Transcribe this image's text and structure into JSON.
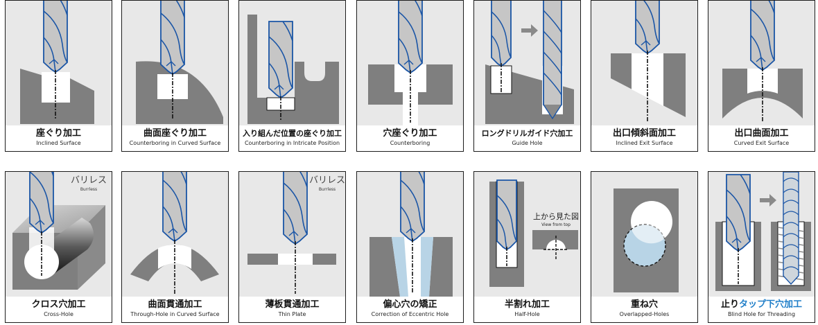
{
  "rows": [
    [
      {
        "title": "座ぐり加工",
        "subtitle": "Inclined Surface"
      },
      {
        "title": "曲面座ぐり加工",
        "subtitle": "Counterboring in Curved Surface"
      },
      {
        "title": "入り組んだ位置の座ぐり加工",
        "subtitle": "Counterboring in Intricate Position"
      },
      {
        "title": "穴座ぐり加工",
        "subtitle": "Counterboring"
      },
      {
        "title": "ロングドリルガイド穴加工",
        "subtitle": "Guide Hole"
      },
      {
        "title": "出口傾斜面加工",
        "subtitle": "Inclined Exit Surface"
      },
      {
        "title": "出口曲面加工",
        "subtitle": "Curved Exit Surface"
      }
    ],
    [
      {
        "title": "クロス穴加工",
        "subtitle": "Cross-Hole"
      },
      {
        "title": "曲面貫通加工",
        "subtitle": "Through-Hole in Curved Surface"
      },
      {
        "title": "薄板貫通加工",
        "subtitle": "Thin Plate"
      },
      {
        "title": "偏心穴の矯正",
        "subtitle": "Correction of Eccentric Hole"
      },
      {
        "title": "半割れ加工",
        "subtitle": "Half-Hole"
      },
      {
        "title": "重ね穴",
        "subtitle": "Overlapped-Holes"
      },
      {
        "title_prefix": "止り",
        "title_highlight": "タップ下穴加工",
        "subtitle": "Blind Hole for Threading"
      }
    ]
  ],
  "annotations": {
    "burrless_jp": "バリレス",
    "burrless_en": "Burrless",
    "view_from_top_jp": "上から見た図",
    "view_from_top_en": "View from top"
  },
  "colors": {
    "panel_bg": "#e8e8e8",
    "metal": "#7f7f7f",
    "drill_body": "#c6c6c6",
    "drill_outline": "#1a55a6",
    "highlight": "#1f7ec8",
    "light_blue": "#b8d4e6"
  }
}
